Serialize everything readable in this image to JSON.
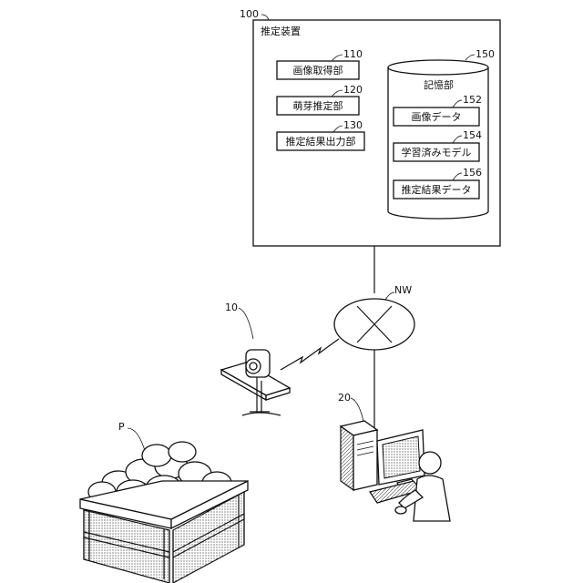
{
  "device": {
    "ref": "100",
    "title": "推定装置",
    "modules": [
      {
        "ref": "110",
        "label": "画像取得部"
      },
      {
        "ref": "120",
        "label": "萌芽推定部"
      },
      {
        "ref": "130",
        "label": "推定結果出力部"
      }
    ],
    "storage": {
      "ref": "150",
      "title": "記憶部",
      "items": [
        {
          "ref": "152",
          "label": "画像データ"
        },
        {
          "ref": "154",
          "label": "学習済みモデル"
        },
        {
          "ref": "156",
          "label": "推定結果データ"
        }
      ]
    }
  },
  "network": {
    "label": "NW"
  },
  "camera": {
    "ref": "10"
  },
  "terminal": {
    "ref": "20"
  },
  "crate": {
    "ref": "P"
  },
  "icons": [
    "camera-icon",
    "wireless-signal-icon",
    "computer-user-icon",
    "potato-crate-icon",
    "network-node-icon"
  ]
}
